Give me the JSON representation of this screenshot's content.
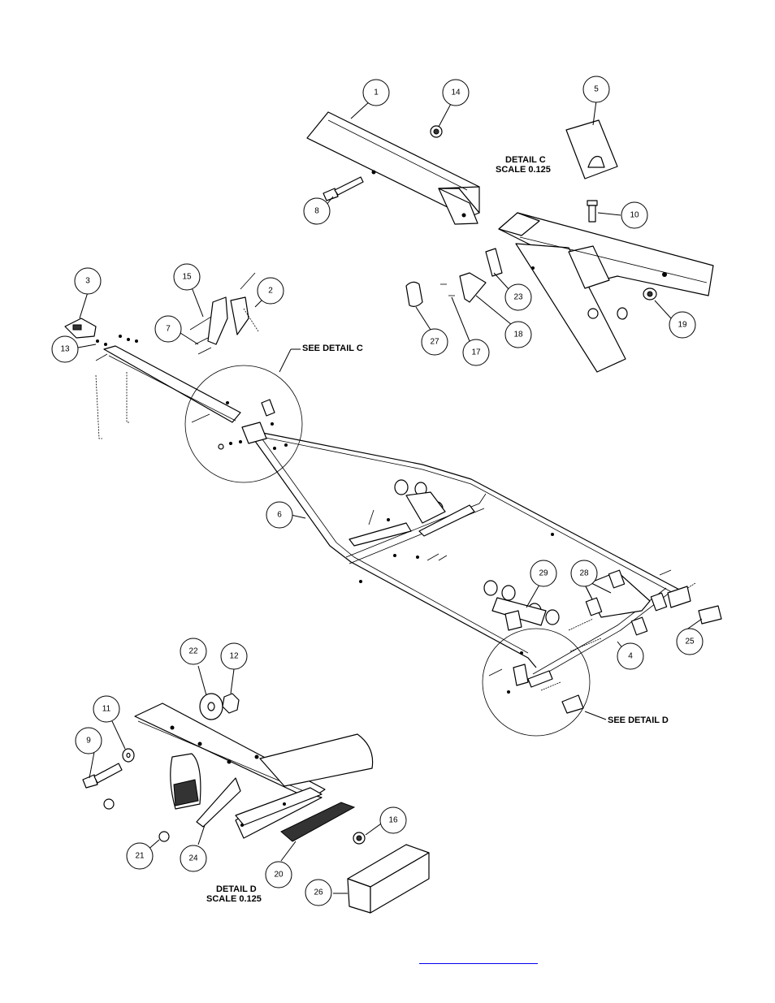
{
  "detail_c": {
    "title": "DETAIL C",
    "scale": "SCALE 0.125",
    "see_label": "SEE DETAIL C"
  },
  "detail_d": {
    "title": "DETAIL D",
    "scale": "SCALE 0.125",
    "see_label": "SEE DETAIL D"
  },
  "callouts": [
    {
      "num": "1"
    },
    {
      "num": "14"
    },
    {
      "num": "5"
    },
    {
      "num": "8"
    },
    {
      "num": "10"
    },
    {
      "num": "3"
    },
    {
      "num": "15"
    },
    {
      "num": "2"
    },
    {
      "num": "7"
    },
    {
      "num": "13"
    },
    {
      "num": "23"
    },
    {
      "num": "19"
    },
    {
      "num": "27"
    },
    {
      "num": "17"
    },
    {
      "num": "18"
    },
    {
      "num": "6"
    },
    {
      "num": "29"
    },
    {
      "num": "28"
    },
    {
      "num": "25"
    },
    {
      "num": "4"
    },
    {
      "num": "22"
    },
    {
      "num": "12"
    },
    {
      "num": "11"
    },
    {
      "num": "9"
    },
    {
      "num": "16"
    },
    {
      "num": "21"
    },
    {
      "num": "24"
    },
    {
      "num": "20"
    },
    {
      "num": "26"
    }
  ],
  "footer_link": ""
}
